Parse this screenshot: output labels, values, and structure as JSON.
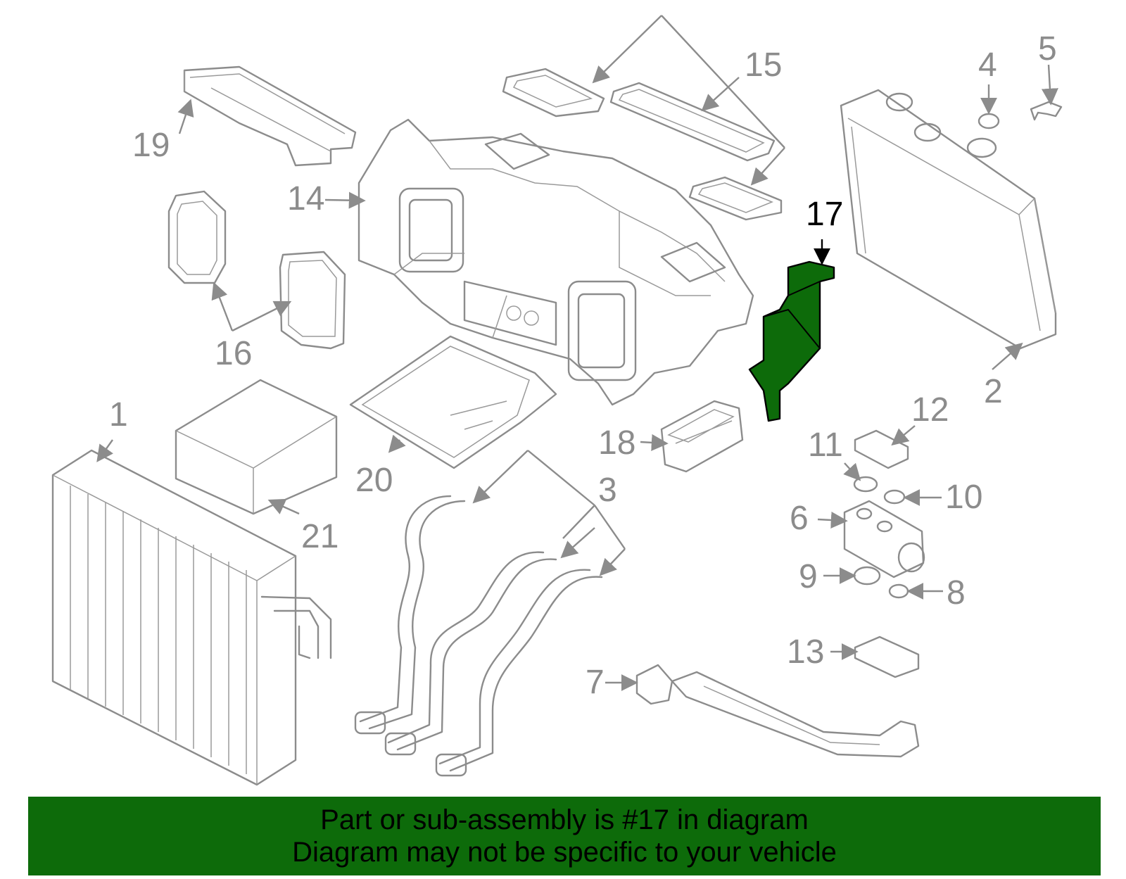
{
  "diagram": {
    "highlighted_part": "17",
    "callouts": [
      "1",
      "2",
      "3",
      "4",
      "5",
      "6",
      "7",
      "8",
      "9",
      "10",
      "11",
      "12",
      "13",
      "14",
      "15",
      "16",
      "17",
      "18",
      "19",
      "20",
      "21"
    ],
    "colors": {
      "highlight": "#0d6b0a",
      "outline": "#8c8c8c",
      "banner": "#0d6b0a",
      "highlight_label": "#000000"
    }
  },
  "banner": {
    "line1": "Part or sub-assembly is #17 in diagram",
    "line2": "Diagram may not be specific to your vehicle"
  }
}
